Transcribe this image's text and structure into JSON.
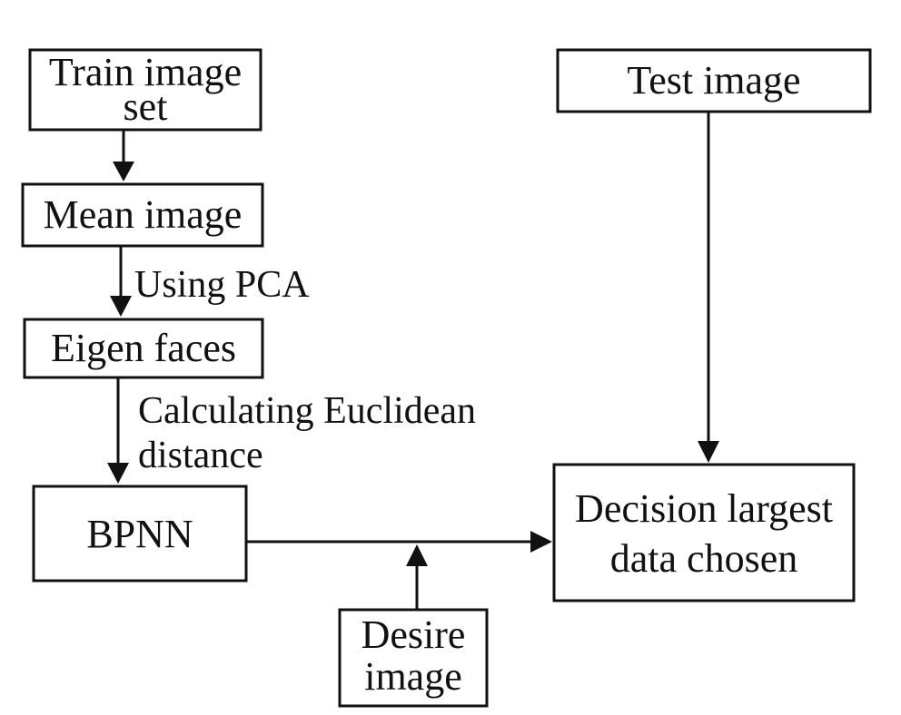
{
  "diagram": {
    "nodes": {
      "train": {
        "line1": "Train image",
        "line2": "set"
      },
      "mean": {
        "label": "Mean image"
      },
      "eigen": {
        "label": "Eigen faces"
      },
      "bpnn": {
        "label": "BPNN"
      },
      "desire": {
        "line1": "Desire",
        "line2": "image"
      },
      "test": {
        "label": "Test image"
      },
      "decision": {
        "line1": "Decision largest",
        "line2": "data chosen"
      }
    },
    "edges": {
      "mean_to_eigen": {
        "label": "Using PCA"
      },
      "eigen_to_bpnn": {
        "line1": "Calculating Euclidean",
        "line2": "distance"
      }
    }
  }
}
